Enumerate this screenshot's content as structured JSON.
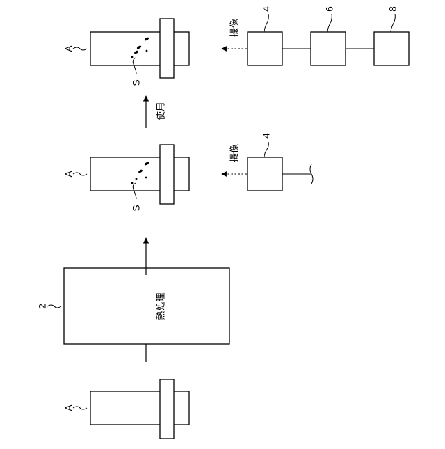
{
  "labels": {
    "sample": "A",
    "furnace_ref": "2",
    "spot": "S",
    "camera_ref": "4",
    "unit6_ref": "6",
    "unit8_ref": "8"
  },
  "text": {
    "heat_treatment": "熱処理",
    "use": "使用",
    "imaging": "撮像"
  }
}
